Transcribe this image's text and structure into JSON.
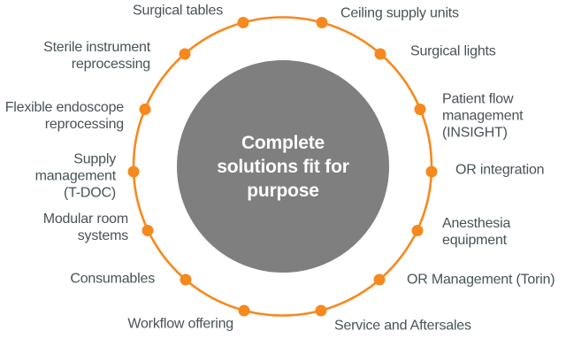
{
  "diagram": {
    "type": "circular-hub-diagram",
    "center": {
      "label": "Complete\nsolutions fit for\npurpose"
    },
    "items": [
      {
        "label": "Surgical tables"
      },
      {
        "label": "Sterile instrument\nreprocessing"
      },
      {
        "label": "Flexible endoscope\nreprocessing"
      },
      {
        "label": "Supply management\n(T-DOC)"
      },
      {
        "label": "Modular room systems"
      },
      {
        "label": "Consumables"
      },
      {
        "label": "Workflow offering"
      },
      {
        "label": "Ceiling supply units"
      },
      {
        "label": "Surgical lights"
      },
      {
        "label": "Patient flow management\n(INSIGHT)"
      },
      {
        "label": "OR integration"
      },
      {
        "label": "Anesthesia equipment"
      },
      {
        "label": "OR Management (Torin)"
      },
      {
        "label": "Service and Aftersales"
      }
    ],
    "colors": {
      "accent_orange": "#f6891e",
      "hub_gray": "#7f7f7f",
      "label_text": "#475356",
      "center_text": "#ffffff"
    }
  }
}
